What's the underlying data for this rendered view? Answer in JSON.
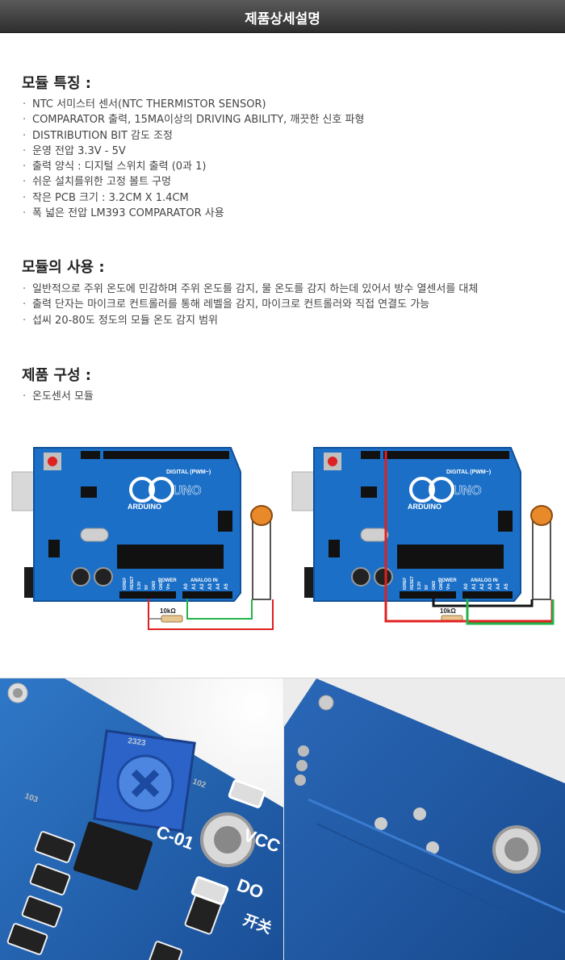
{
  "header": {
    "title": "제품상세설명"
  },
  "features": {
    "title": "모듈 특징 :",
    "bullet": "·",
    "items": [
      "NTC 서미스터 센서(NTC THERMISTOR SENSOR)",
      "COMPARATOR 출력, 15MA이상의 DRIVING ABILITY, 깨끗한 신호 파형",
      "DISTRIBUTION BIT 감도 조정",
      "운영 전압 3.3V - 5V",
      "출력 양식 : 디지털 스위치 출력 (0과 1)",
      "쉬운 설치를위한 고정 볼트 구멍",
      "작은 PCB 크기 : 3.2CM X 1.4CM",
      "폭 넓은 전압 LM393 COMPARATOR 사용"
    ]
  },
  "usage": {
    "title": "모듈의 사용 :",
    "items": [
      "일반적으로 주위 온도에 민감하며 주위 온도를 감지, 물 온도를 감지 하는데 있어서 방수 열센서를 대체",
      "출력 단자는 마이크로 컨트롤러를 통해 레벨을 감지, 마이크로 컨트롤러와 직접 연결도 가능",
      "섭씨 20-80도 정도의 모듈 온도 감지 범위"
    ]
  },
  "contents": {
    "title": "제품 구성 :",
    "items": [
      "온도센서 모듈"
    ]
  },
  "diagram": {
    "board_label": "ARDUINO",
    "uno_label": "UNO",
    "digital_label": "DIGITAL (PWM~)",
    "power_label": "POWER",
    "analog_label": "ANALOG IN",
    "resistor_label": "10kΩ",
    "power_pins": [
      "IOREF",
      "RESET",
      "3.3V",
      "5V",
      "GND",
      "GND",
      "Vin"
    ],
    "analog_pins": [
      "A0",
      "A1",
      "A2",
      "A3",
      "A4",
      "A5"
    ],
    "colors": {
      "board": "#1b6fc7",
      "wire_red": "#e02020",
      "wire_green": "#22b34a",
      "wire_black": "#111111",
      "sensor": "#e88a2a"
    }
  },
  "photos": {
    "left": {
      "labels": [
        "VCC",
        "DO",
        "开关",
        "C-01",
        "103",
        "102",
        "2323"
      ]
    },
    "right": {
      "labels": []
    }
  }
}
